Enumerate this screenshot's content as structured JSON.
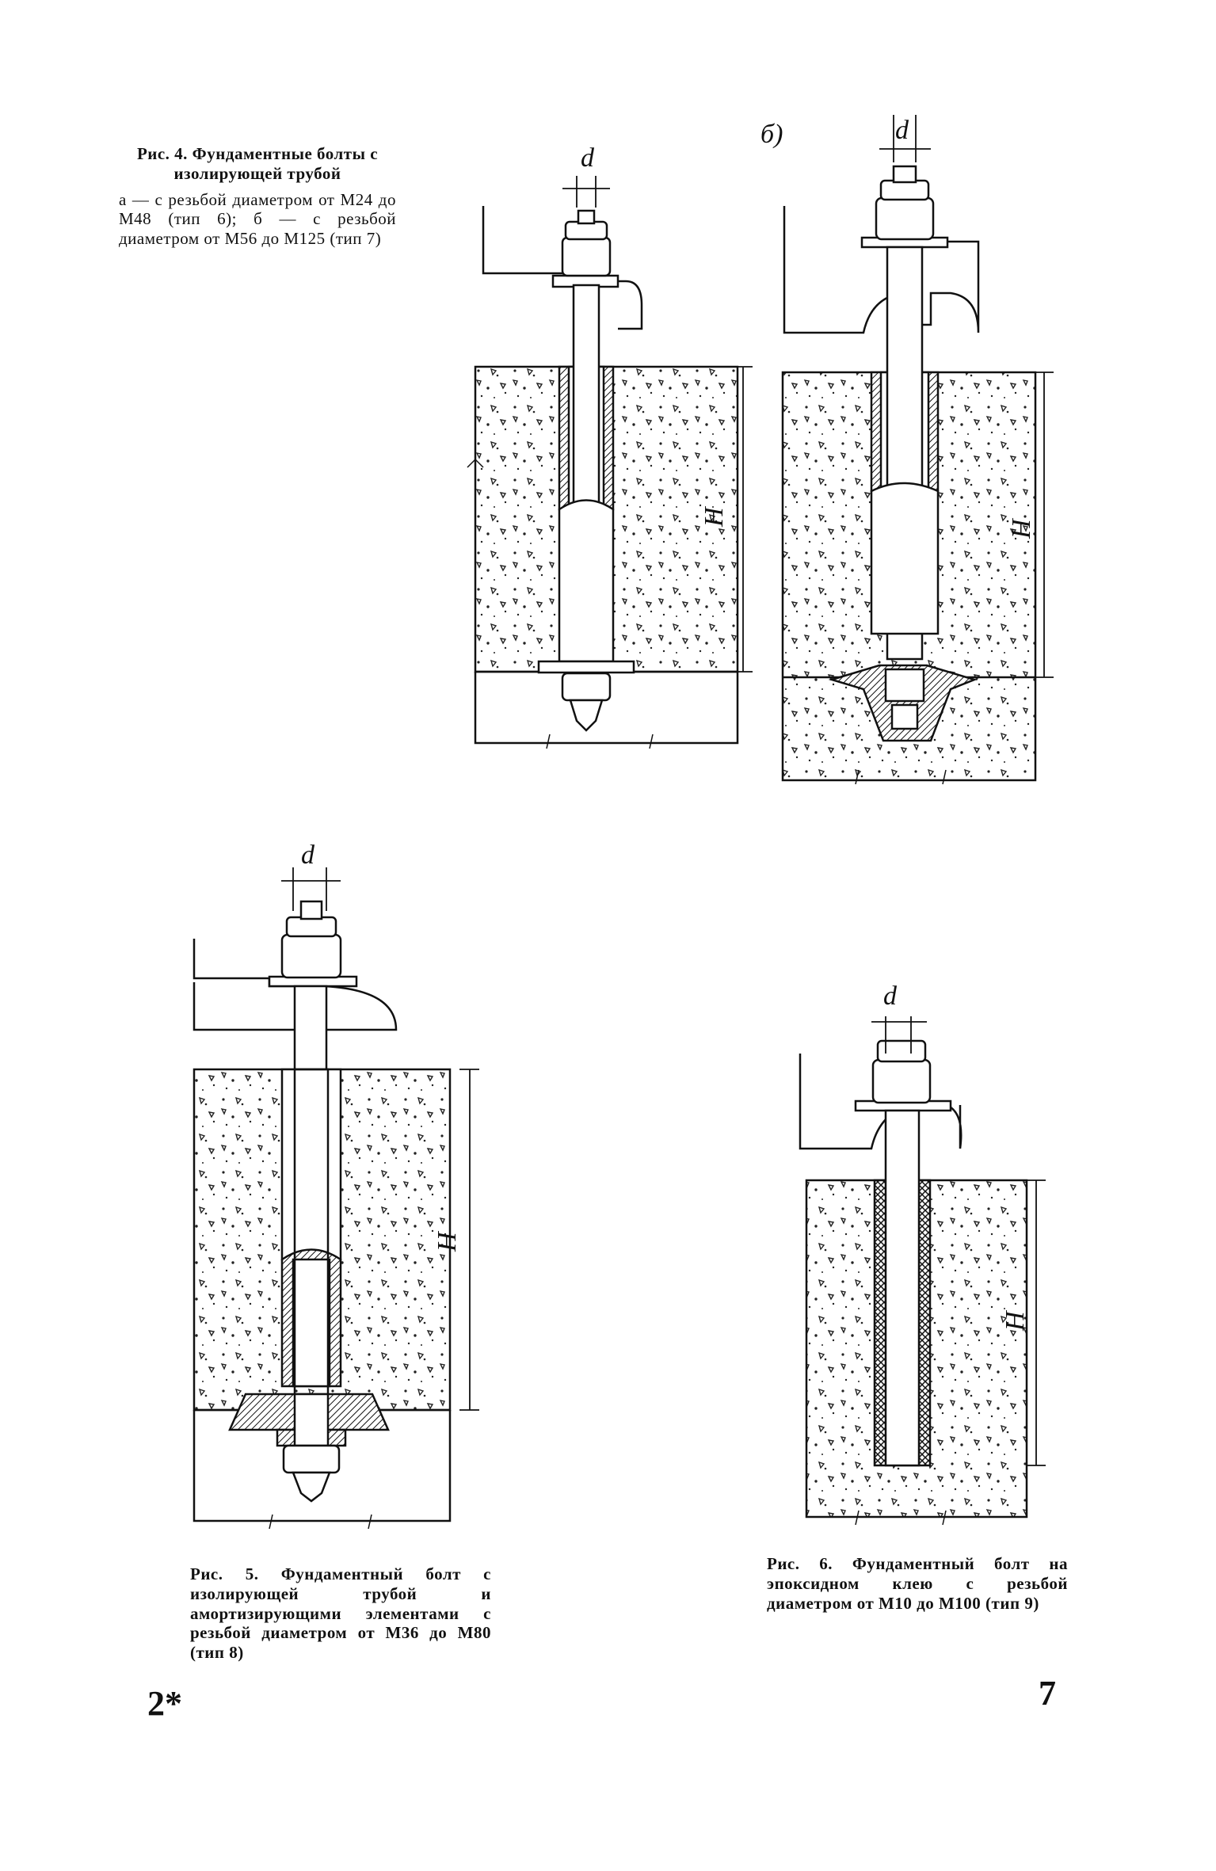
{
  "fig4": {
    "caption_title": "Рис. 4. Фундаментные болты с изолирующей трубой",
    "caption_body": "а — с резьбой диаметром от М24 до М48 (тип 6); б — с резьбой диаметром от М56 до М125 (тип 7)",
    "label_b": "б)",
    "dim_d_a": "d",
    "dim_d_b": "d",
    "dim_H_a": "H",
    "dim_H_b": "H"
  },
  "fig5": {
    "caption_title": "Рис. 5. Фундаментный болт с изолирующей трубой и амортизирующими элементами с резьбой диаметром от М36 до М80 (тип 8)",
    "dim_d": "d",
    "dim_H": "H"
  },
  "fig6": {
    "caption_title": "Рис. 6. Фундаментный болт на эпоксидном клею с резьбой диаметром от М10 до М100 (тип 9)",
    "dim_d": "d",
    "dim_H": "H"
  },
  "page": {
    "left_number": "2*",
    "right_number": "7"
  }
}
